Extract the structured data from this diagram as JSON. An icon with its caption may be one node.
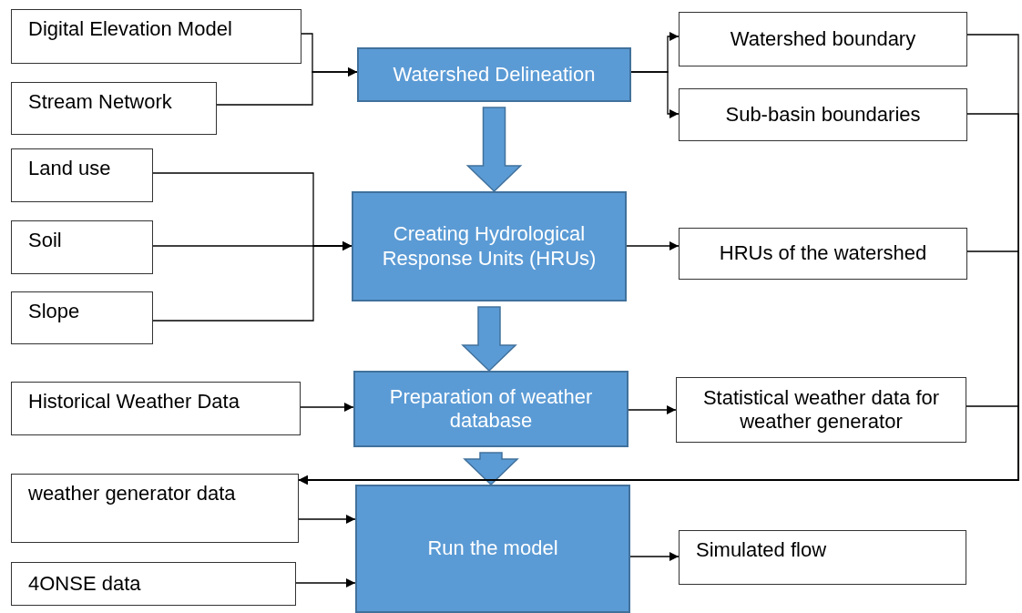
{
  "diagram": {
    "nodes": [
      {
        "text": [
          "Digital Elevation Model"
        ]
      },
      {
        "text": [
          "Stream Network"
        ]
      },
      {
        "text": [
          "Watershed Delineation"
        ]
      },
      {
        "text": [
          "Watershed boundary"
        ]
      },
      {
        "text": [
          "Sub-basin boundaries"
        ]
      },
      {
        "text": [
          "Land use"
        ]
      },
      {
        "text": [
          "Soil"
        ]
      },
      {
        "text": [
          "Slope"
        ]
      },
      {
        "text": [
          "Creating Hydrological Response Units (HRUs)"
        ]
      },
      {
        "text": [
          "HRUs of the watershed"
        ]
      },
      {
        "text": [
          "Historical Weather Data"
        ]
      },
      {
        "text": [
          "Preparation of weather database"
        ]
      },
      {
        "text": [
          "Statistical weather data for weather generator"
        ]
      },
      {
        "text": [
          "weather generator data"
        ]
      },
      {
        "text": [
          "4ONSE data"
        ]
      },
      {
        "text": [
          "Run the model"
        ]
      },
      {
        "text": [
          "Simulated flow"
        ]
      }
    ],
    "edges": [
      {
        "from": 0,
        "to": 2,
        "arrow": "to"
      },
      {
        "from": 1,
        "to": 2,
        "arrow": "to"
      },
      {
        "from": 2,
        "to": 3,
        "arrow": "to"
      },
      {
        "from": 2,
        "to": 4,
        "arrow": "to"
      },
      {
        "from": 2,
        "to": 8,
        "arrow": "to",
        "style": "thick"
      },
      {
        "from": 5,
        "to": 8,
        "arrow": "to"
      },
      {
        "from": 6,
        "to": 8,
        "arrow": "to"
      },
      {
        "from": 7,
        "to": 8,
        "arrow": "to"
      },
      {
        "from": 8,
        "to": 9,
        "arrow": "to"
      },
      {
        "from": 8,
        "to": 11,
        "arrow": "to",
        "style": "thick"
      },
      {
        "from": 10,
        "to": 11,
        "arrow": "to"
      },
      {
        "from": 11,
        "to": 12,
        "arrow": "to"
      },
      {
        "from": 11,
        "to": 15,
        "arrow": "to",
        "style": "thick"
      },
      {
        "from": 3,
        "to": 13,
        "arrow": "to"
      },
      {
        "from": 4,
        "to": 13,
        "arrow": "to"
      },
      {
        "from": 9,
        "to": 13,
        "arrow": "to"
      },
      {
        "from": 12,
        "to": 13,
        "arrow": "to"
      },
      {
        "from": 13,
        "to": 15,
        "arrow": "to"
      },
      {
        "from": 14,
        "to": 15,
        "arrow": "to"
      },
      {
        "from": 15,
        "to": 16,
        "arrow": "to"
      }
    ]
  }
}
